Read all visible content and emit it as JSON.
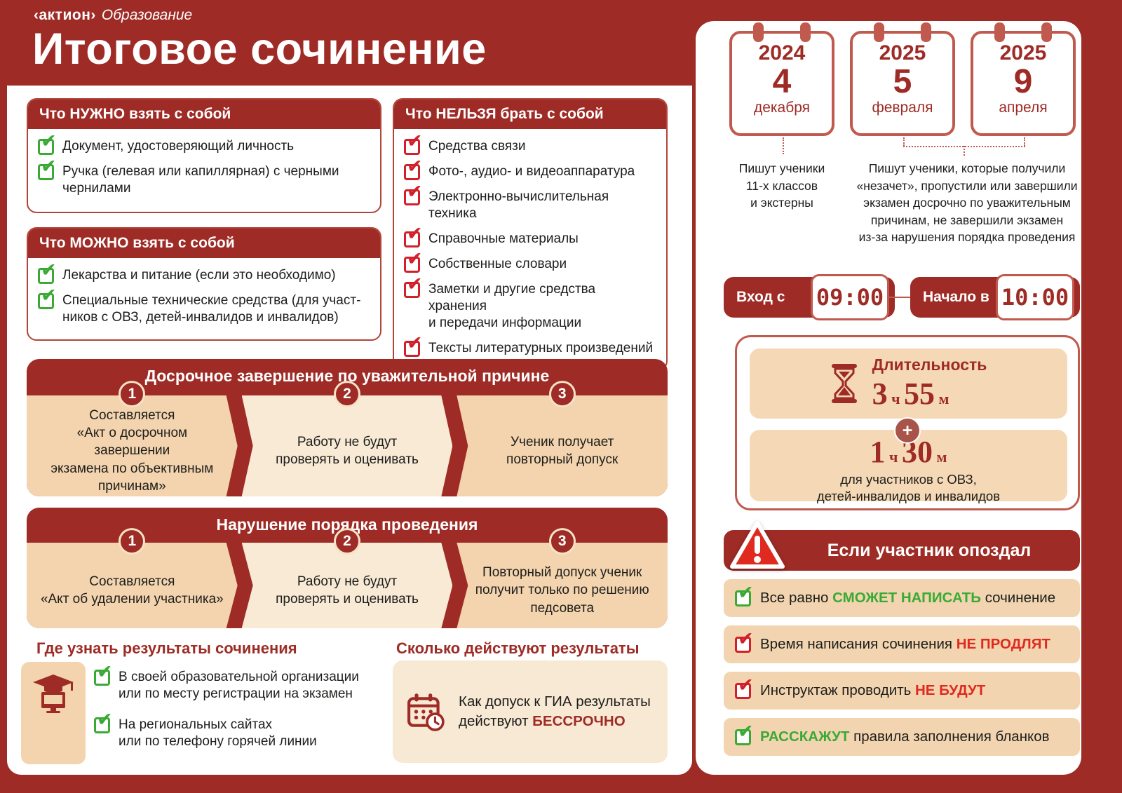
{
  "brand": {
    "logo_mark": "‹актион›",
    "logo_text": "Образование"
  },
  "header": {
    "title": "Итоговое сочинение"
  },
  "icons": {
    "check": "✔",
    "plus": "+"
  },
  "cards": {
    "need": {
      "title": "Что НУЖНО взять с собой",
      "items": [
        "Документ, удостоверяющий личность",
        "Ручка (гелевая или капиллярная) с черными\nчернилами"
      ]
    },
    "can": {
      "title": "Что МОЖНО взять с собой",
      "items": [
        "Лекарства и питание (если это необходимо)",
        "Специальные технические средства (для участ-\nников с ОВЗ, детей-инвалидов и инвалидов)"
      ]
    },
    "cannot": {
      "title": "Что НЕЛЬЗЯ брать с собой",
      "items": [
        "Средства связи",
        "Фото-, аудио- и видеоаппаратура",
        "Электронно-вычислительная техника",
        "Справочные материалы",
        "Собственные словари",
        "Заметки и другие средства хранения\nи передачи информации",
        "Тексты литературных произведений"
      ]
    }
  },
  "early_completion": {
    "title": "Досрочное завершение по уважительной причине",
    "steps": [
      {
        "num": "1",
        "text": "Составляется\n«Акт о досрочном завершении\nэкзамена по объективным\nпричинам»"
      },
      {
        "num": "2",
        "text": "Работу не будут\nпроверять и оценивать"
      },
      {
        "num": "3",
        "text": "Ученик получает\nповторный допуск"
      }
    ]
  },
  "violation": {
    "title": "Нарушение порядка проведения",
    "steps": [
      {
        "num": "1",
        "text": "Составляется\n«Акт об удалении участника»"
      },
      {
        "num": "2",
        "text": "Работу не будут\nпроверять и оценивать"
      },
      {
        "num": "3",
        "text": "Повторный допуск ученик\nполучит только по решению\nпедсовета"
      }
    ]
  },
  "results_where": {
    "title": "Где узнать результаты сочинения",
    "items": [
      "В своей образовательной организации\nили по месту регистрации на экзамен",
      "На региональных сайтах\nили по телефону горячей линии"
    ]
  },
  "results_validity": {
    "title": "Сколько действуют результаты",
    "text": "Как допуск к ГИА результаты\nдействуют ",
    "highlight": "БЕССРОЧНО"
  },
  "calendars": {
    "dates": [
      {
        "year": "2024",
        "day": "4",
        "month": "декабря"
      },
      {
        "year": "2025",
        "day": "5",
        "month": "февраля"
      },
      {
        "year": "2025",
        "day": "9",
        "month": "апреля"
      }
    ],
    "notes": [
      "Пишут ученики\n11-х классов\nи экстерны",
      "Пишут ученики, которые получили\n«незачет», пропустили или завершили\nэкзамен досрочно по уважительным\nпричинам, не завершили экзамен\nиз-за нарушения порядка проведения"
    ]
  },
  "schedule": {
    "entry_label": "Вход с",
    "entry_time": "09:00",
    "start_label": "Начало в",
    "start_time": "10:00"
  },
  "duration": {
    "label": "Длительность",
    "main": [
      {
        "v": "3",
        "u": " ч "
      },
      {
        "v": "55",
        "u": " м"
      }
    ],
    "extra": [
      {
        "v": "1",
        "u": " ч "
      },
      {
        "v": "30",
        "u": " м"
      }
    ],
    "extra_note": "для участников с ОВЗ,\nдетей-инвалидов и инвалидов"
  },
  "late": {
    "title": "Если участник опоздал",
    "items": [
      {
        "pre": "Все равно ",
        "hl": "СМОЖЕТ НАПИСАТЬ",
        "post": " сочинение"
      },
      {
        "pre": "Время написания сочинения ",
        "hl": "НЕ ПРОДЛЯТ",
        "post": ""
      },
      {
        "pre": "Инструктаж проводить ",
        "hl": "НЕ БУДУТ",
        "post": ""
      },
      {
        "pre": "",
        "hl": "РАССКАЖУТ",
        "post": " правила заполнения бланков"
      }
    ]
  },
  "colors": {
    "maroon": "#9e2b25",
    "salmon": "#c05a4e",
    "peach": "#f3d4ae",
    "cream": "#f9ead6",
    "green": "#3aaa35",
    "red": "#e02a20"
  }
}
